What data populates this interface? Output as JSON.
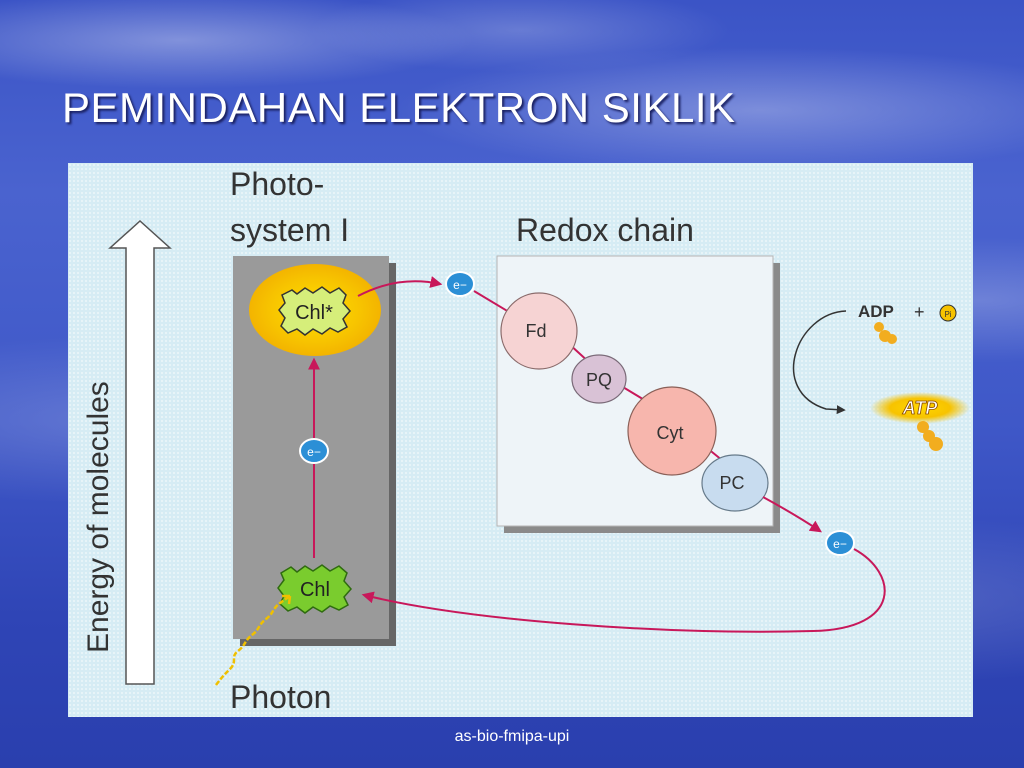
{
  "slide": {
    "title": "PEMINDAHAN ELEKTRON SIKLIK",
    "footer": "as-bio-fmipa-upi"
  },
  "diagram": {
    "axis_label": "Energy of  molecules",
    "photosystem": {
      "line1": "Photo-",
      "line2": "system I"
    },
    "redox_title": "Redox chain",
    "chl_excited": "Chl*",
    "chl_ground": "Chl",
    "electron": "e−",
    "carriers": {
      "fd": "Fd",
      "pq": "PQ",
      "cyt": "Cyt",
      "pc": "PC"
    },
    "adp": "ADP",
    "plus": "+",
    "pi": "Pi",
    "atp": "ATP",
    "photon": "Photon"
  },
  "colors": {
    "arrow": "#c8185a",
    "chl_excited_glow": "#f7c300",
    "chl_excited_fill": "#d6ee7a",
    "chl_ground_fill": "#7acc2e",
    "electron_fill": "#2b8fd6",
    "fd": "#f6d3d3",
    "pq": "#d9c2d6",
    "cyt": "#f7b6ad",
    "pc": "#c8dcef",
    "photosystem_box": "#9a9a9a",
    "atp_glow": "#f7c300"
  }
}
